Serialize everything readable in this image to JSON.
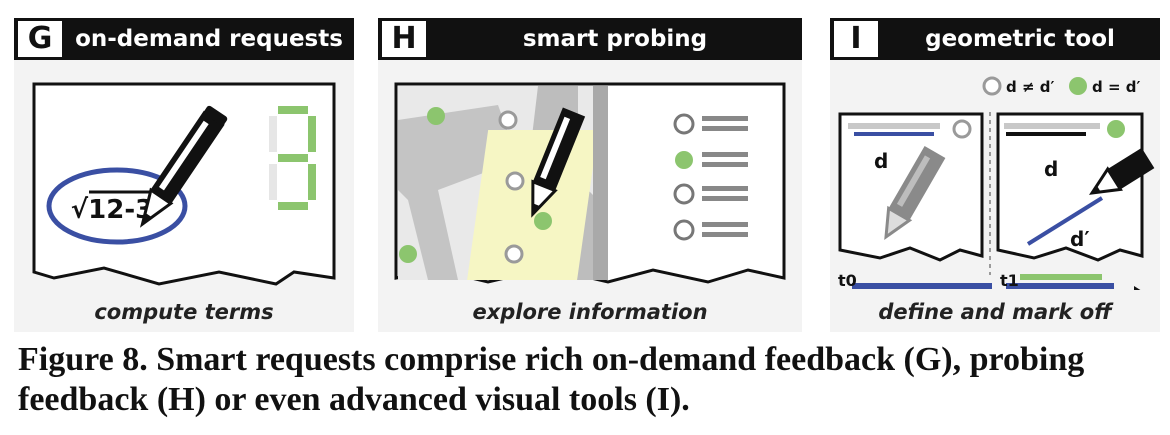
{
  "panels": [
    {
      "letter": "G",
      "title": "on-demand requests",
      "math": "√12-3",
      "digit": "3",
      "caption": "compute terms"
    },
    {
      "letter": "H",
      "title": "smart probing",
      "caption": "explore information"
    },
    {
      "letter": "I",
      "title": "geometric tool",
      "legend_neq": "d ≠ d′",
      "legend_eq": "d = d′",
      "label_d": "d",
      "label_d2": "d′",
      "label_t0": "t0",
      "label_t1": "t1",
      "caption": "define and mark off"
    }
  ],
  "figure_caption": "Figure 8. Smart requests comprise rich on-demand feedback (G), probing feedback (H) or even advanced visual tools (I).",
  "colors": {
    "panel_bg": "#f3f3f3",
    "header": "#111111",
    "blue": "#3a4fa3",
    "green": "#8cc56e",
    "gray": "#9a9a9a",
    "highlight": "#f6f6c4"
  }
}
